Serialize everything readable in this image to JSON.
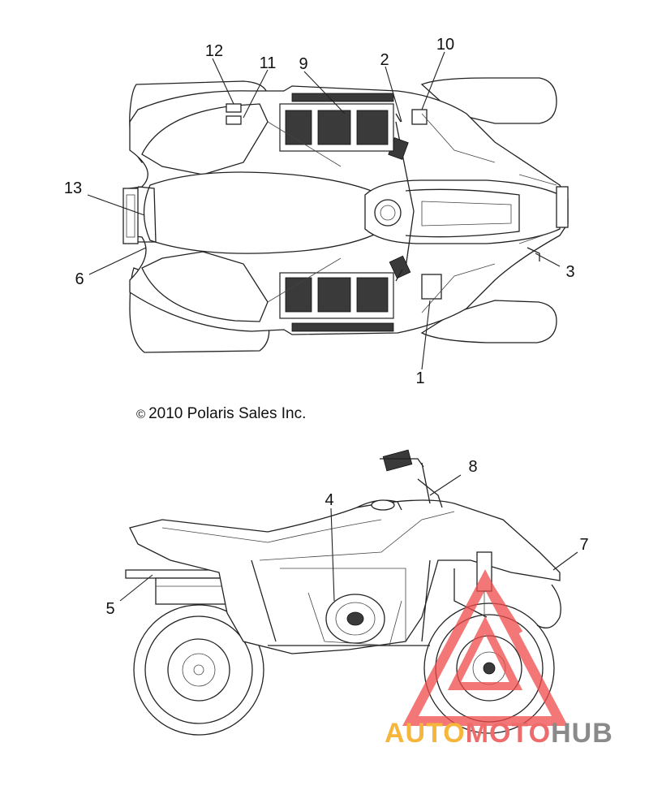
{
  "copyright": {
    "symbol": "©",
    "text": "2010 Polaris Sales Inc."
  },
  "callouts": {
    "c1": "1",
    "c2": "2",
    "c3": "3",
    "c4": "4",
    "c5": "5",
    "c6": "6",
    "c7": "7",
    "c8": "8",
    "c9": "9",
    "c10": "10",
    "c11": "11",
    "c12": "12",
    "c13": "13"
  },
  "watermark": {
    "part1": "AUTO",
    "part2": "MOTO",
    "part3": "HUB",
    "color_auto": "#f6b53b",
    "color_moto": "#ee6b6b",
    "color_hub": "#8a8a8a",
    "triangle_color": "#ef4a4a"
  }
}
